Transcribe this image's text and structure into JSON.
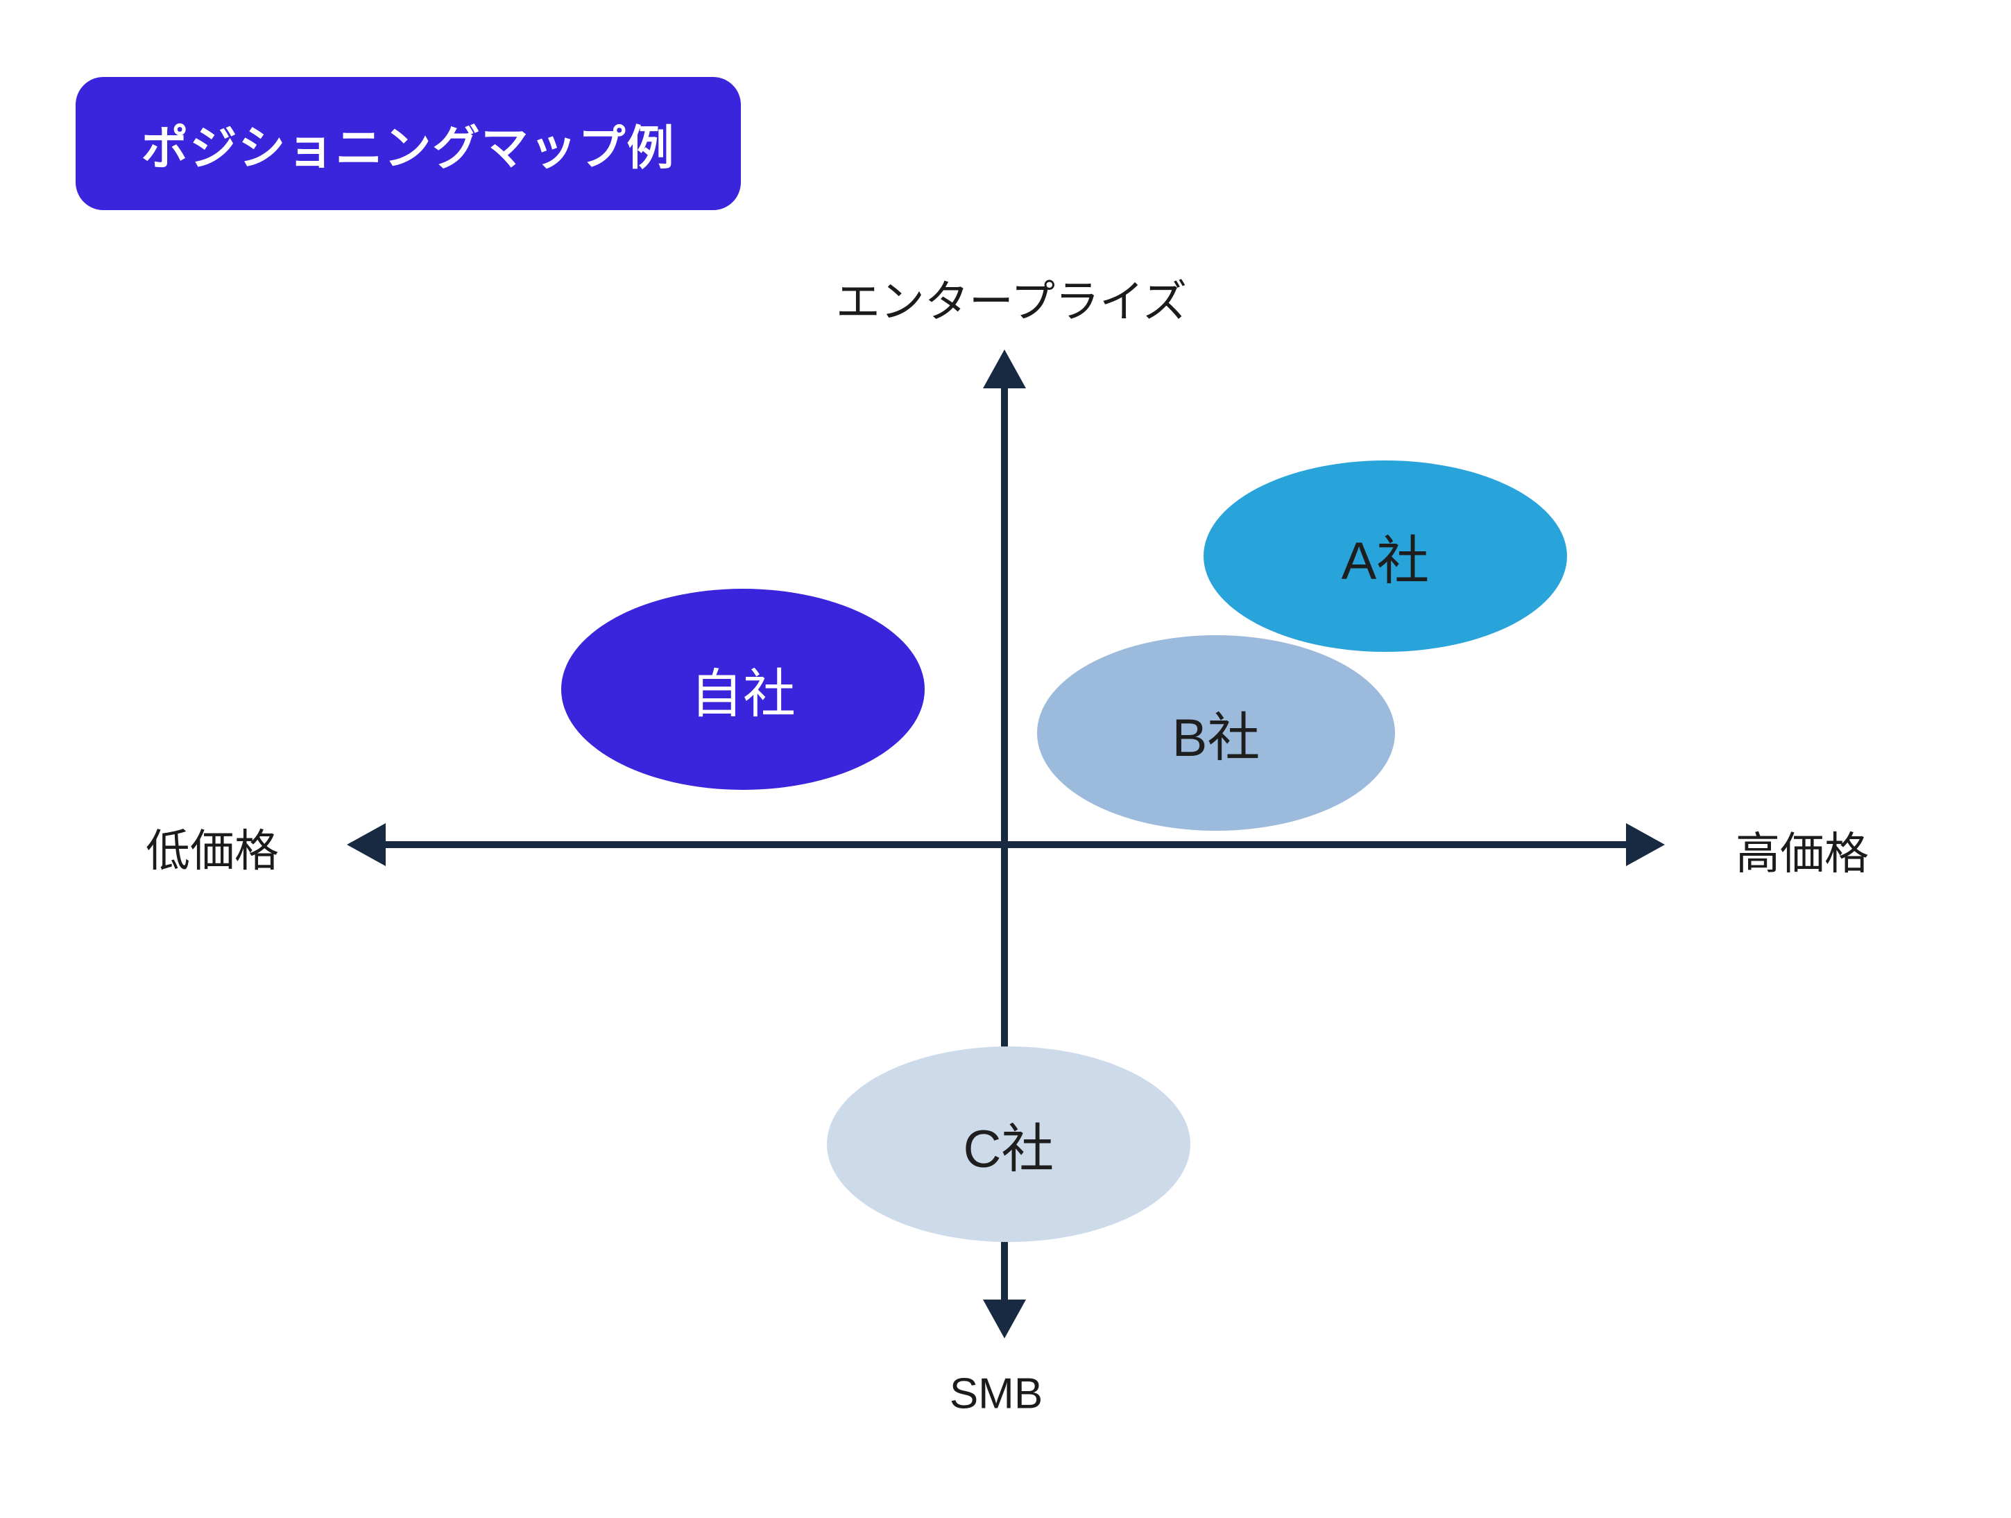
{
  "badge": {
    "label": "ポジショニングマップ例",
    "bg_color": "#3a24dc",
    "text_color": "#ffffff"
  },
  "map": {
    "type": "positioning-map",
    "axis_color": "#172a42",
    "axis_labels": {
      "top": "エンタープライズ",
      "bottom": "SMB",
      "left": "低価格",
      "right": "高価格"
    },
    "bubbles": [
      {
        "label": "自社",
        "fill": "#3a24dc",
        "text_color": "#ffffff",
        "position": "upper-left quadrant (low price, enterprise)"
      },
      {
        "label": "A社",
        "fill": "#29a4db",
        "text_color": "#1e1e1e",
        "position": "upper-right quadrant, high (high price, enterprise)"
      },
      {
        "label": "B社",
        "fill": "#9cbadb",
        "text_color": "#1e1e1e",
        "position": "upper-right quadrant, near horizontal axis"
      },
      {
        "label": "C社",
        "fill": "#cddaea",
        "text_color": "#1e1e1e",
        "position": "lower-center on vertical axis (SMB)"
      }
    ]
  },
  "colors": {
    "background": "#ffffff",
    "axis": "#172a42",
    "label_text": "#1b1b1b"
  }
}
